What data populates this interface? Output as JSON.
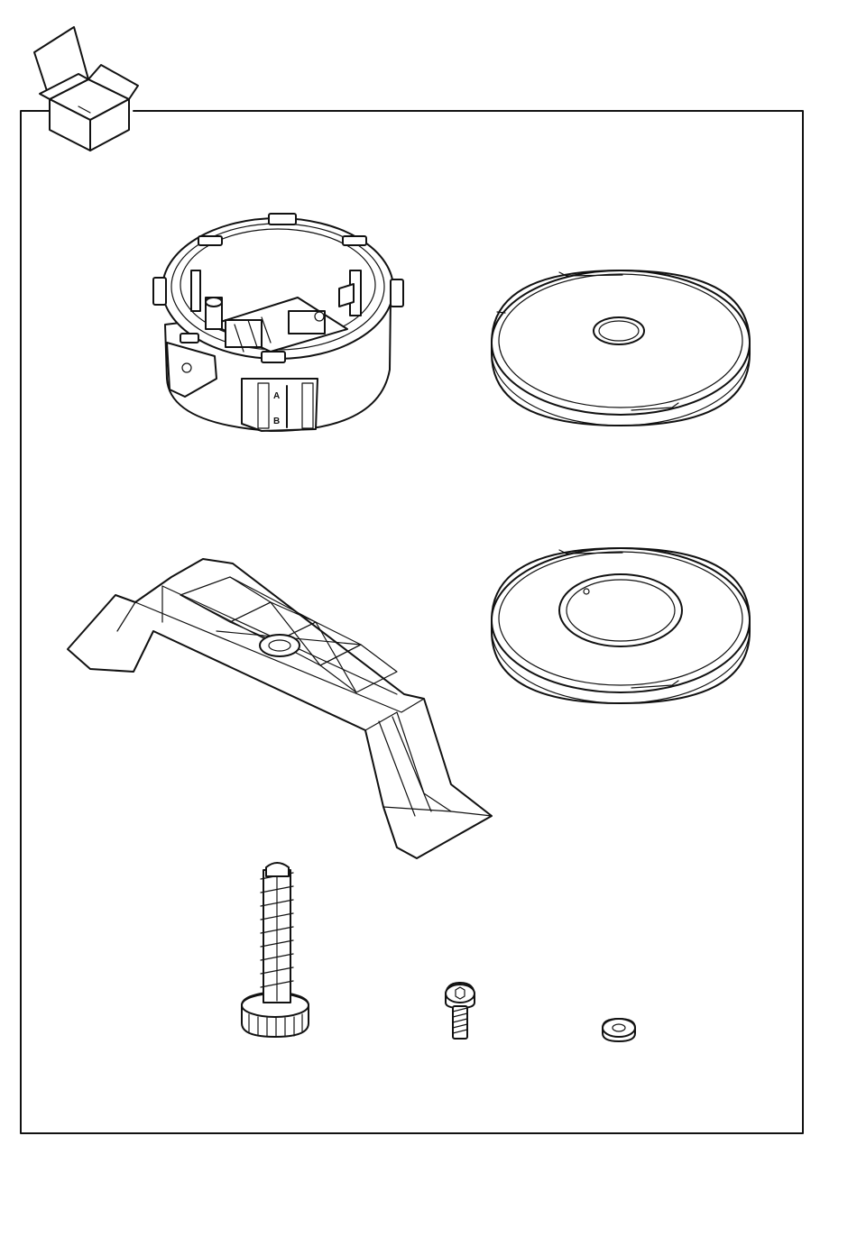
{
  "figure": {
    "icon": "open-box-icon",
    "parts": [
      {
        "name": "mounting-housing",
        "icon": "round-housing-icon",
        "marks": [
          "A",
          "B"
        ]
      },
      {
        "name": "cover-plate-small-hole",
        "icon": "disc-icon"
      },
      {
        "name": "mounting-bracket",
        "icon": "bracket-icon"
      },
      {
        "name": "cover-plate-large-hole",
        "icon": "ring-disc-icon"
      },
      {
        "name": "wall-plug-screw",
        "icon": "anchor-screw-icon"
      },
      {
        "name": "torx-screw",
        "icon": "screw-icon"
      },
      {
        "name": "washer",
        "icon": "washer-icon"
      }
    ]
  }
}
